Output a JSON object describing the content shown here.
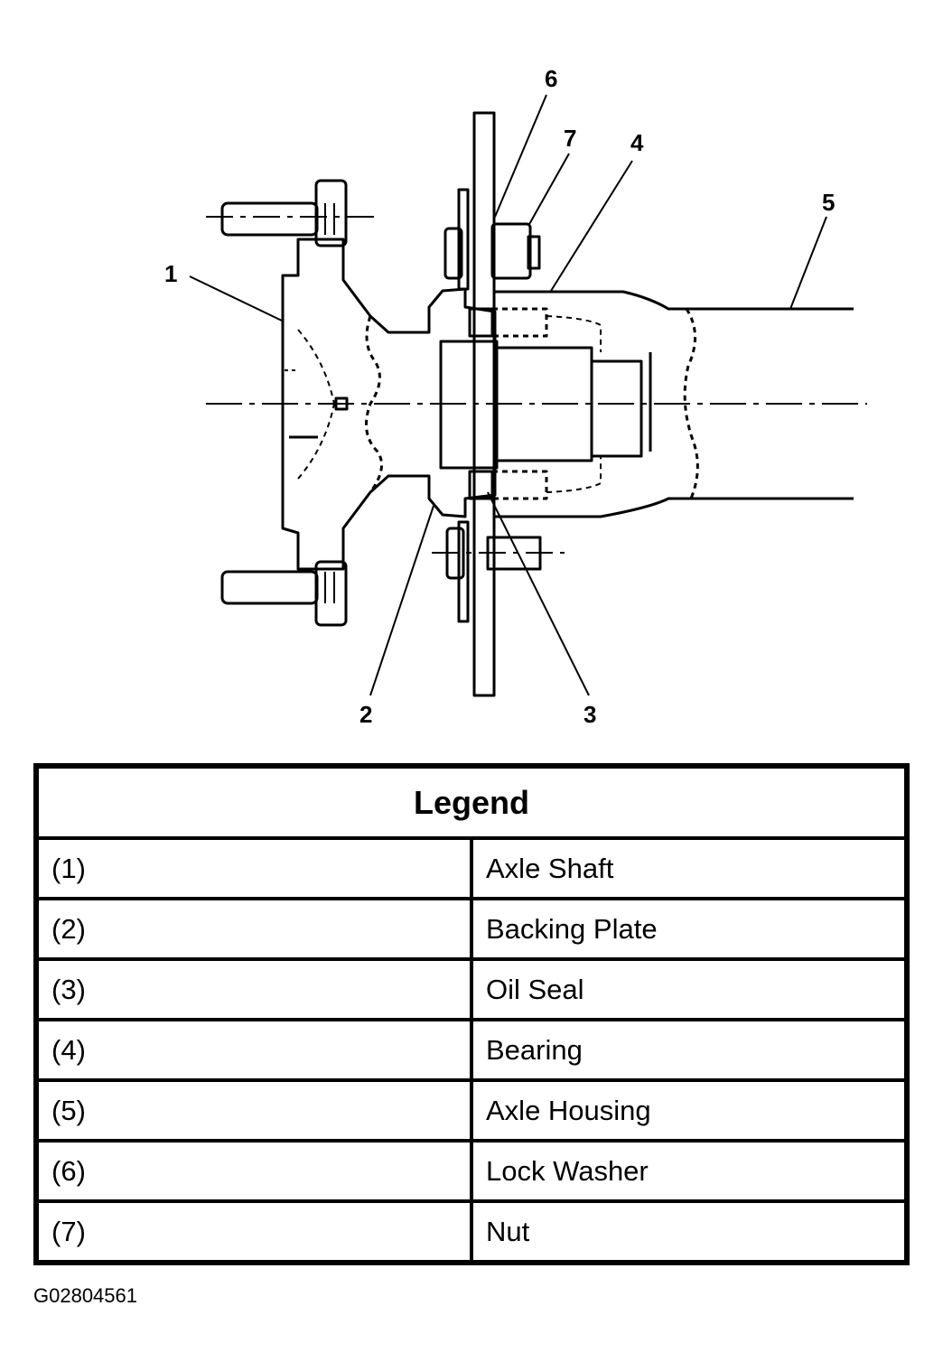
{
  "callouts": [
    {
      "id": "1",
      "label": "1"
    },
    {
      "id": "2",
      "label": "2"
    },
    {
      "id": "3",
      "label": "3"
    },
    {
      "id": "4",
      "label": "4"
    },
    {
      "id": "5",
      "label": "5"
    },
    {
      "id": "6",
      "label": "6"
    },
    {
      "id": "7",
      "label": "7"
    }
  ],
  "legend": {
    "title": "Legend",
    "rows": [
      {
        "num": "(1)",
        "name": "Axle Shaft"
      },
      {
        "num": "(2)",
        "name": "Backing Plate"
      },
      {
        "num": "(3)",
        "name": "Oil Seal"
      },
      {
        "num": "(4)",
        "name": "Bearing"
      },
      {
        "num": "(5)",
        "name": "Axle Housing"
      },
      {
        "num": "(6)",
        "name": "Lock Washer"
      },
      {
        "num": "(7)",
        "name": "Nut"
      }
    ]
  },
  "figure_id": "G02804561"
}
